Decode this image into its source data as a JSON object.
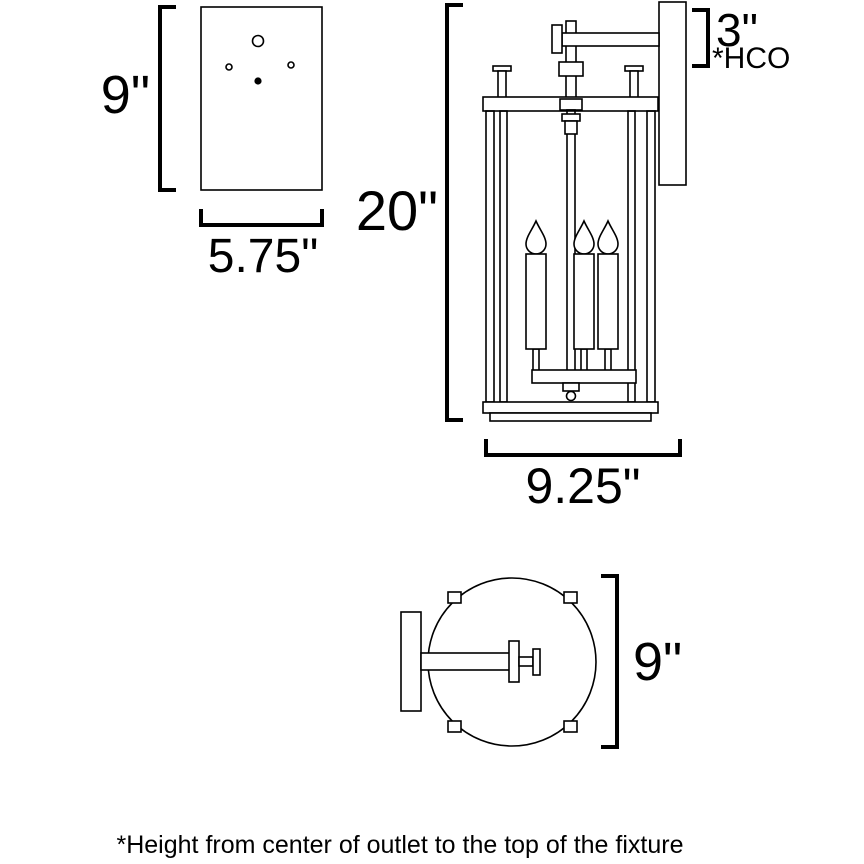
{
  "page": {
    "background": "#ffffff",
    "line_color": "#000000",
    "footnote": "*Height from center of outlet to the top of the fixture"
  },
  "views": {
    "backplate": {
      "height_label": "9\"",
      "width_label": "5.75\""
    },
    "side": {
      "height_label": "20\"",
      "arm_label": "3\"",
      "arm_note": "*HCO",
      "width_label": "9.25\""
    },
    "top": {
      "depth_label": "9\""
    }
  }
}
